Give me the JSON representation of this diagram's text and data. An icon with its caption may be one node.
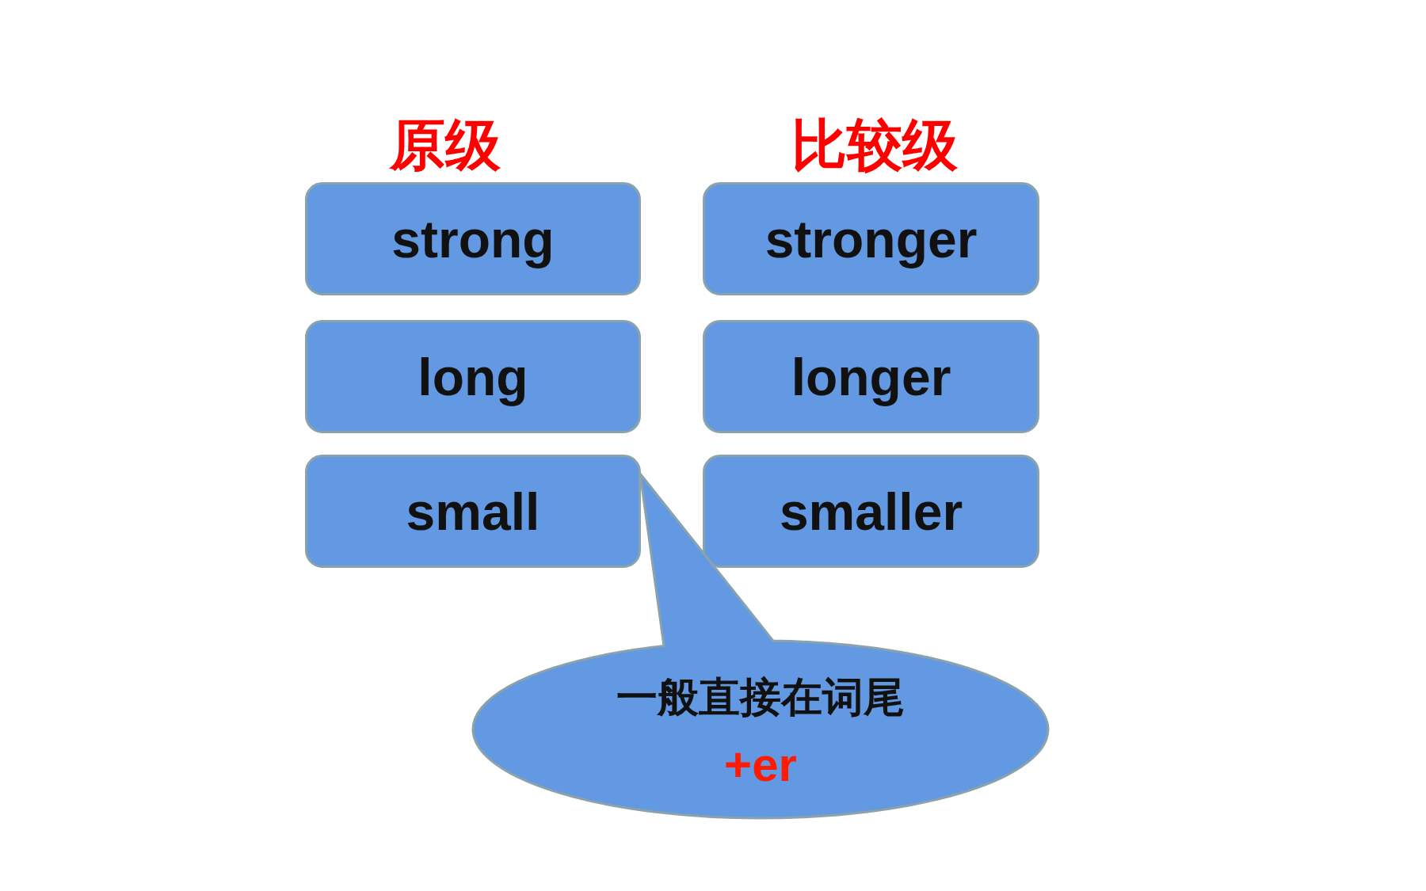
{
  "diagram": {
    "nodes": [
      {
        "text": [
          "strong"
        ]
      },
      {
        "text": [
          "stronger"
        ]
      },
      {
        "text": [
          "long"
        ]
      },
      {
        "text": [
          "longer"
        ]
      },
      {
        "text": [
          "small"
        ]
      },
      {
        "text": [
          "smaller"
        ]
      },
      {
        "text": [
          "一般直接在词尾",
          "+er"
        ]
      }
    ],
    "labels": [
      "原级",
      "比较级"
    ]
  }
}
